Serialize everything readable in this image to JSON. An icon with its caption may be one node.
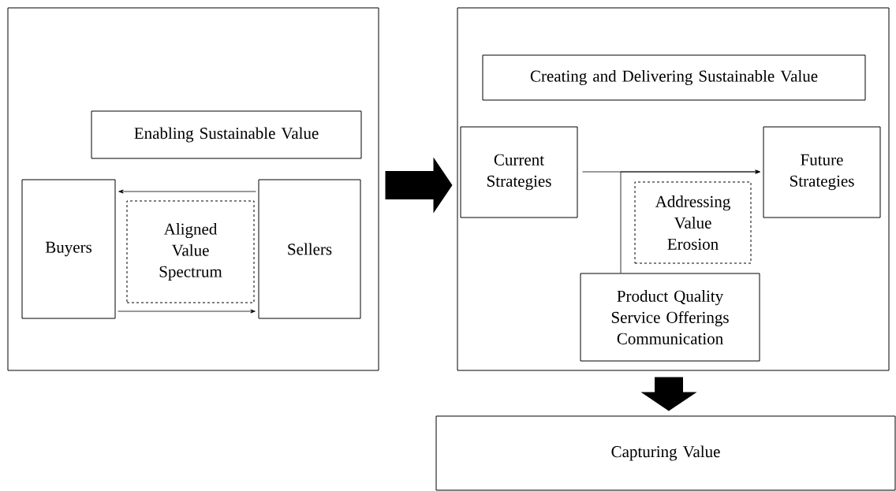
{
  "diagram": {
    "nodes": [
      {
        "text": [],
        "shape": "box"
      },
      {
        "text": [
          "Enabling Sustainable Value"
        ],
        "in": 0
      },
      {
        "text": [
          "Buyers"
        ],
        "in": 0
      },
      {
        "text": [
          "Aligned Value Spectrum"
        ],
        "in": 0
      },
      {
        "text": [
          "Sellers"
        ],
        "in": 0
      },
      {
        "text": [],
        "shape": "box"
      },
      {
        "text": [
          "Creating and Delivering Sustainable Value"
        ],
        "in": 5
      },
      {
        "text": [
          "Current Strategies"
        ],
        "in": 5
      },
      {
        "text": [
          "Addressing Value Erosion"
        ],
        "in": 5
      },
      {
        "text": [
          "Future Strategies"
        ],
        "in": 5
      },
      {
        "text": [
          "Product Quality Service Offerings Communication"
        ],
        "in": 5
      },
      {
        "text": [
          "Capturing Value"
        ]
      }
    ],
    "edges": [
      {
        "from": 4,
        "to": 2,
        "arrow": "to"
      },
      {
        "from": 2,
        "to": 4,
        "arrow": "to"
      },
      {
        "from": 7,
        "to": 9,
        "arrow": "to"
      },
      {
        "from": 10,
        "to": 9,
        "arrow": "to"
      },
      {
        "from": 0,
        "to": 5,
        "arrow": "to",
        "style": "thick"
      },
      {
        "from": 5,
        "to": 11,
        "arrow": "to",
        "style": "thick"
      }
    ]
  }
}
